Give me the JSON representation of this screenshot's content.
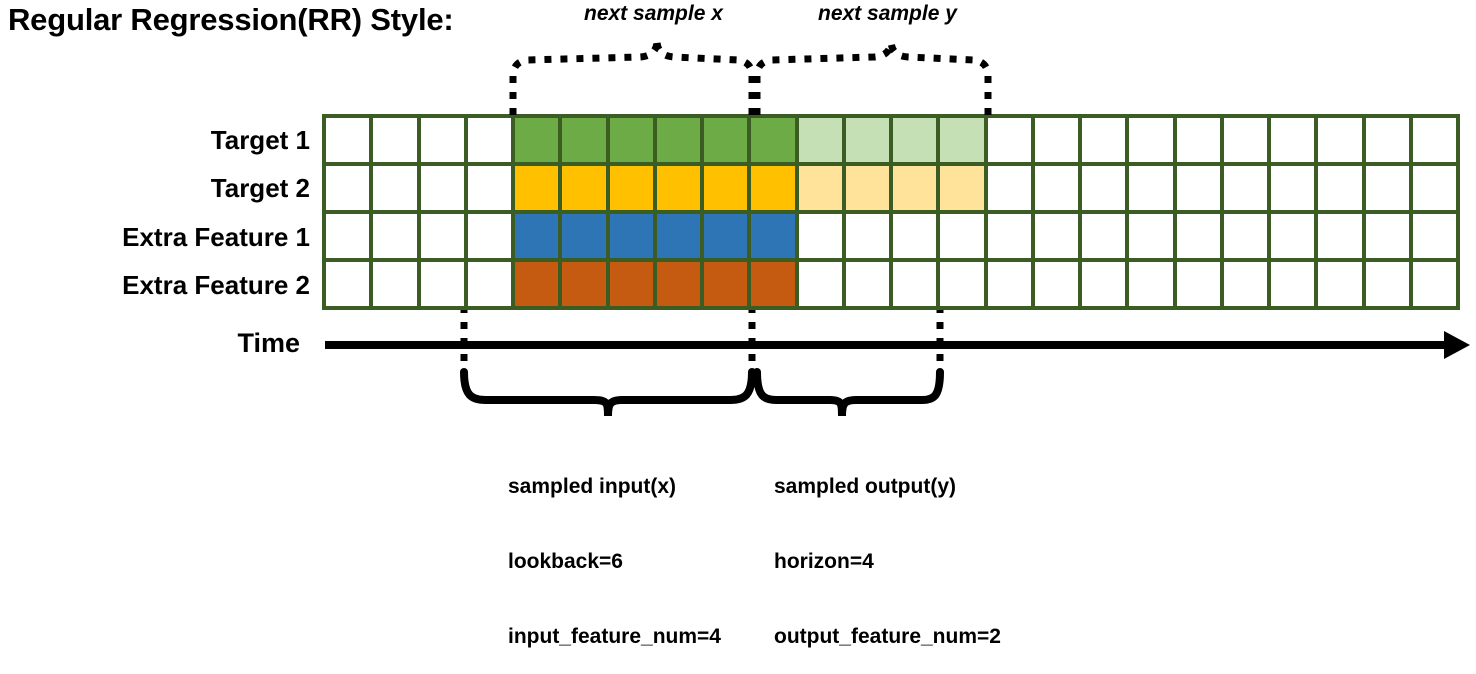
{
  "title": "Regular Regression(RR) Style:",
  "top_captions": {
    "next_sample_x": "next sample x",
    "next_sample_y": "next sample y"
  },
  "rows": [
    {
      "label": "Target 1",
      "color": "#6cab46",
      "faded_color": "#c5e0b4"
    },
    {
      "label": "Target 2",
      "color": "#ffc000",
      "faded_color": "#ffe39b"
    },
    {
      "label": "Extra Feature 1",
      "color": "#2e75b6",
      "faded_color": null
    },
    {
      "label": "Extra Feature 2",
      "color": "#c55a11",
      "faded_color": null
    }
  ],
  "axis": {
    "label": "Time"
  },
  "grid": {
    "total_columns": 24,
    "total_rows": 4,
    "border_color": "#3b5d23",
    "empty_color": "#ffffff",
    "input_start_column": 4,
    "input_end_column": 9,
    "output_start_column": 10,
    "output_end_column": 13
  },
  "notes": {
    "input": {
      "line1": "sampled input(x)",
      "line2": "lookback=6",
      "line3": "input_feature_num=4"
    },
    "output": {
      "line1": "sampled output(y)",
      "line2": "horizon=4",
      "line3": "output_feature_num=2"
    }
  },
  "chart_data": {
    "type": "table",
    "title": "Regular Regression(RR) Style:",
    "columns": 24,
    "series": [
      {
        "name": "Target 1",
        "input_cells": [
          4,
          5,
          6,
          7,
          8,
          9
        ],
        "output_cells": [
          10,
          11,
          12,
          13
        ]
      },
      {
        "name": "Target 2",
        "input_cells": [
          4,
          5,
          6,
          7,
          8,
          9
        ],
        "output_cells": [
          10,
          11,
          12,
          13
        ]
      },
      {
        "name": "Extra Feature 1",
        "input_cells": [
          4,
          5,
          6,
          7,
          8,
          9
        ],
        "output_cells": []
      },
      {
        "name": "Extra Feature 2",
        "input_cells": [
          4,
          5,
          6,
          7,
          8,
          9
        ],
        "output_cells": []
      }
    ],
    "lookback": 6,
    "horizon": 4,
    "input_feature_num": 4,
    "output_feature_num": 2
  }
}
